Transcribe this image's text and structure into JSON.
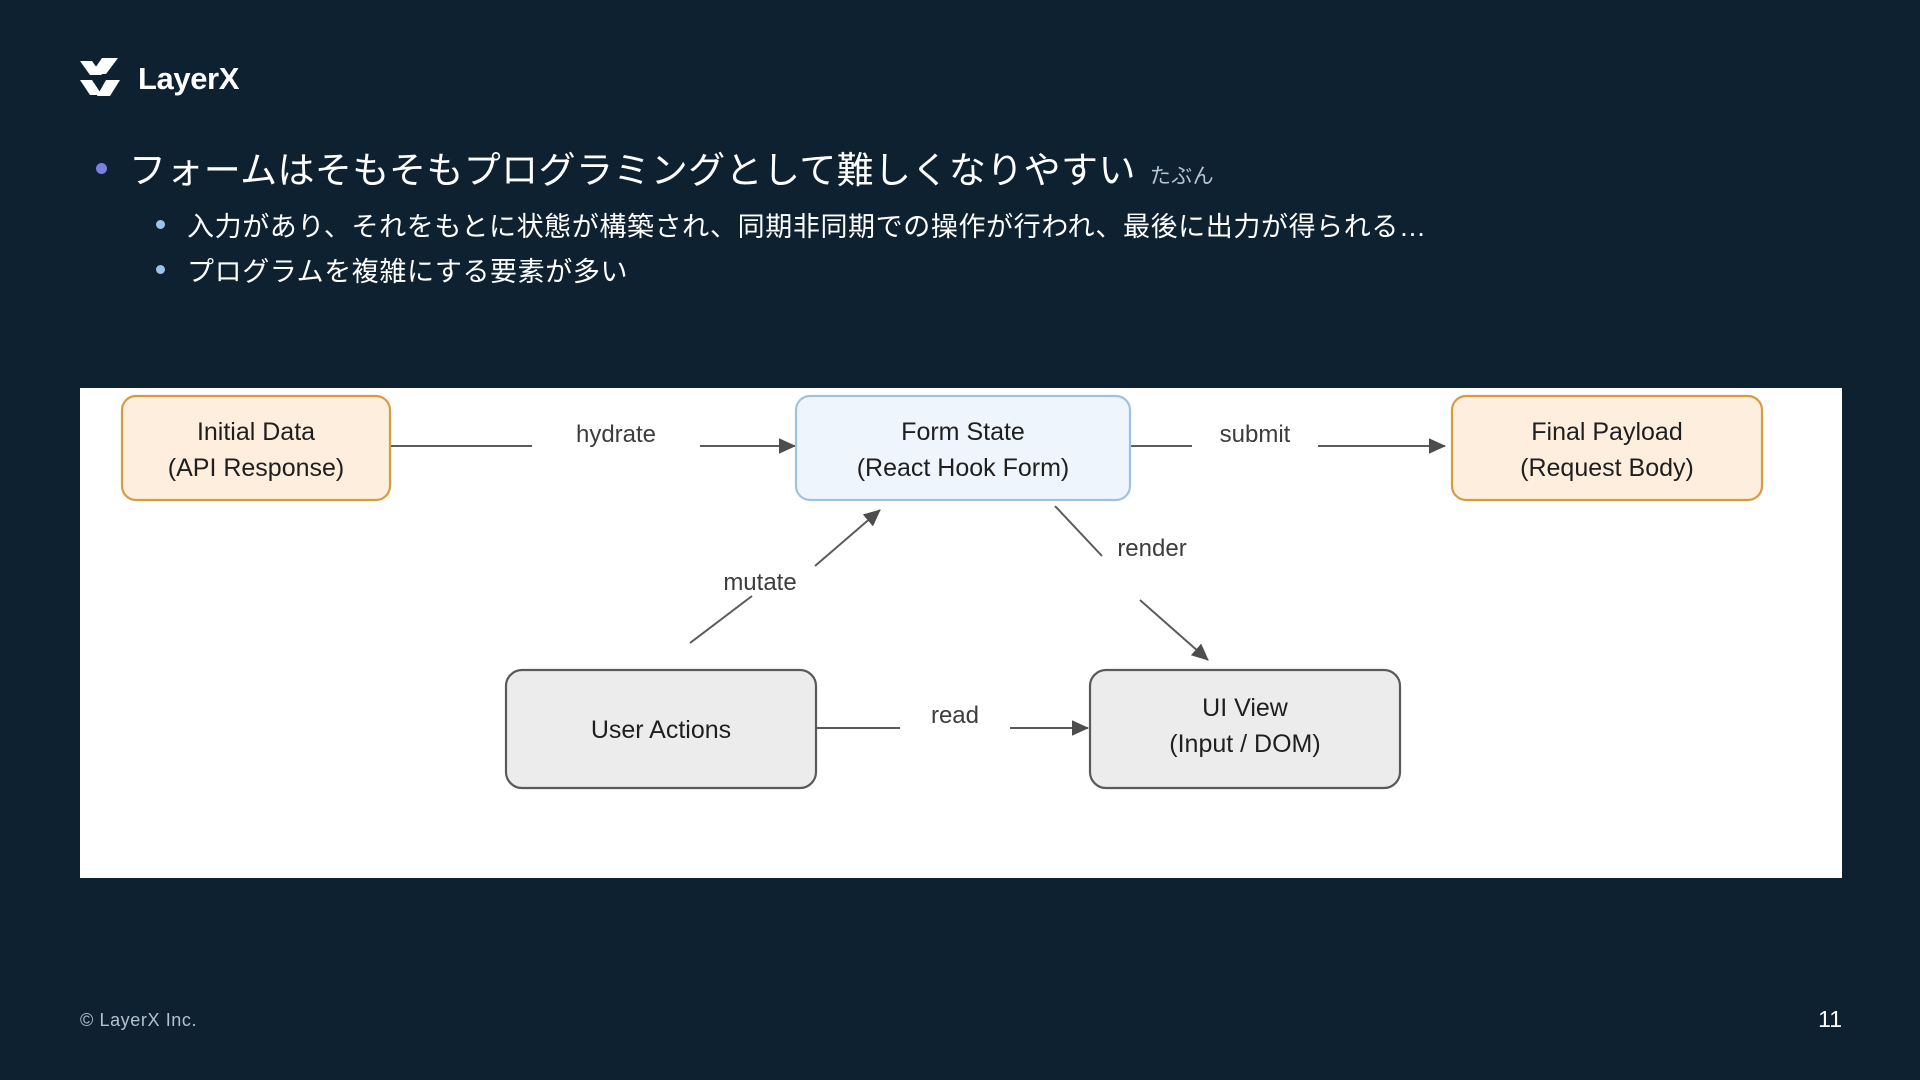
{
  "brand": {
    "name": "LayerX",
    "logo_icon": "layerx-x-mark-icon",
    "logo_color": "#ffffff"
  },
  "theme": {
    "background": "#0e2130",
    "text": "#ffffff",
    "bullet_primary": "#7b7fe0",
    "bullet_secondary": "#9ec3e8",
    "muted_text": "#b9c4ce",
    "panel_background": "#ffffff"
  },
  "content": {
    "heading": "フォームはそもそもプログラミングとして難しくなりやすい",
    "heading_note": "たぶん",
    "sub_bullets": [
      "入力があり、それをもとに状態が構築され、同期非同期での操作が行われ、最後に出力が得られる…",
      "プログラムを複雑にする要素が多い"
    ]
  },
  "diagram": {
    "type": "flowchart",
    "nodes": [
      {
        "id": "initial-data",
        "line1": "Initial Data",
        "line2": "(API Response)",
        "fill": "#fdeedd",
        "stroke": "#d79b44"
      },
      {
        "id": "form-state",
        "line1": "Form State",
        "line2": "(React Hook Form)",
        "fill": "#eef5fd",
        "stroke": "#9dc3e0"
      },
      {
        "id": "final-payload",
        "line1": "Final Payload",
        "line2": "(Request Body)",
        "fill": "#fdeedd",
        "stroke": "#d79b44"
      },
      {
        "id": "user-actions",
        "line1": "User Actions",
        "line2": "",
        "fill": "#ececec",
        "stroke": "#5a5a5a"
      },
      {
        "id": "ui-view",
        "line1": "UI View",
        "line2": "(Input / DOM)",
        "fill": "#ececec",
        "stroke": "#5a5a5a"
      }
    ],
    "edges": [
      {
        "id": "hydrate",
        "label": "hydrate",
        "from": "initial-data",
        "to": "form-state"
      },
      {
        "id": "submit",
        "label": "submit",
        "from": "form-state",
        "to": "final-payload"
      },
      {
        "id": "mutate",
        "label": "mutate",
        "from": "user-actions",
        "to": "form-state"
      },
      {
        "id": "render",
        "label": "render",
        "from": "form-state",
        "to": "ui-view"
      },
      {
        "id": "read",
        "label": "read",
        "from": "user-actions",
        "to": "ui-view"
      }
    ]
  },
  "footer": {
    "copyright": "© LayerX Inc.",
    "page_number": "11"
  }
}
